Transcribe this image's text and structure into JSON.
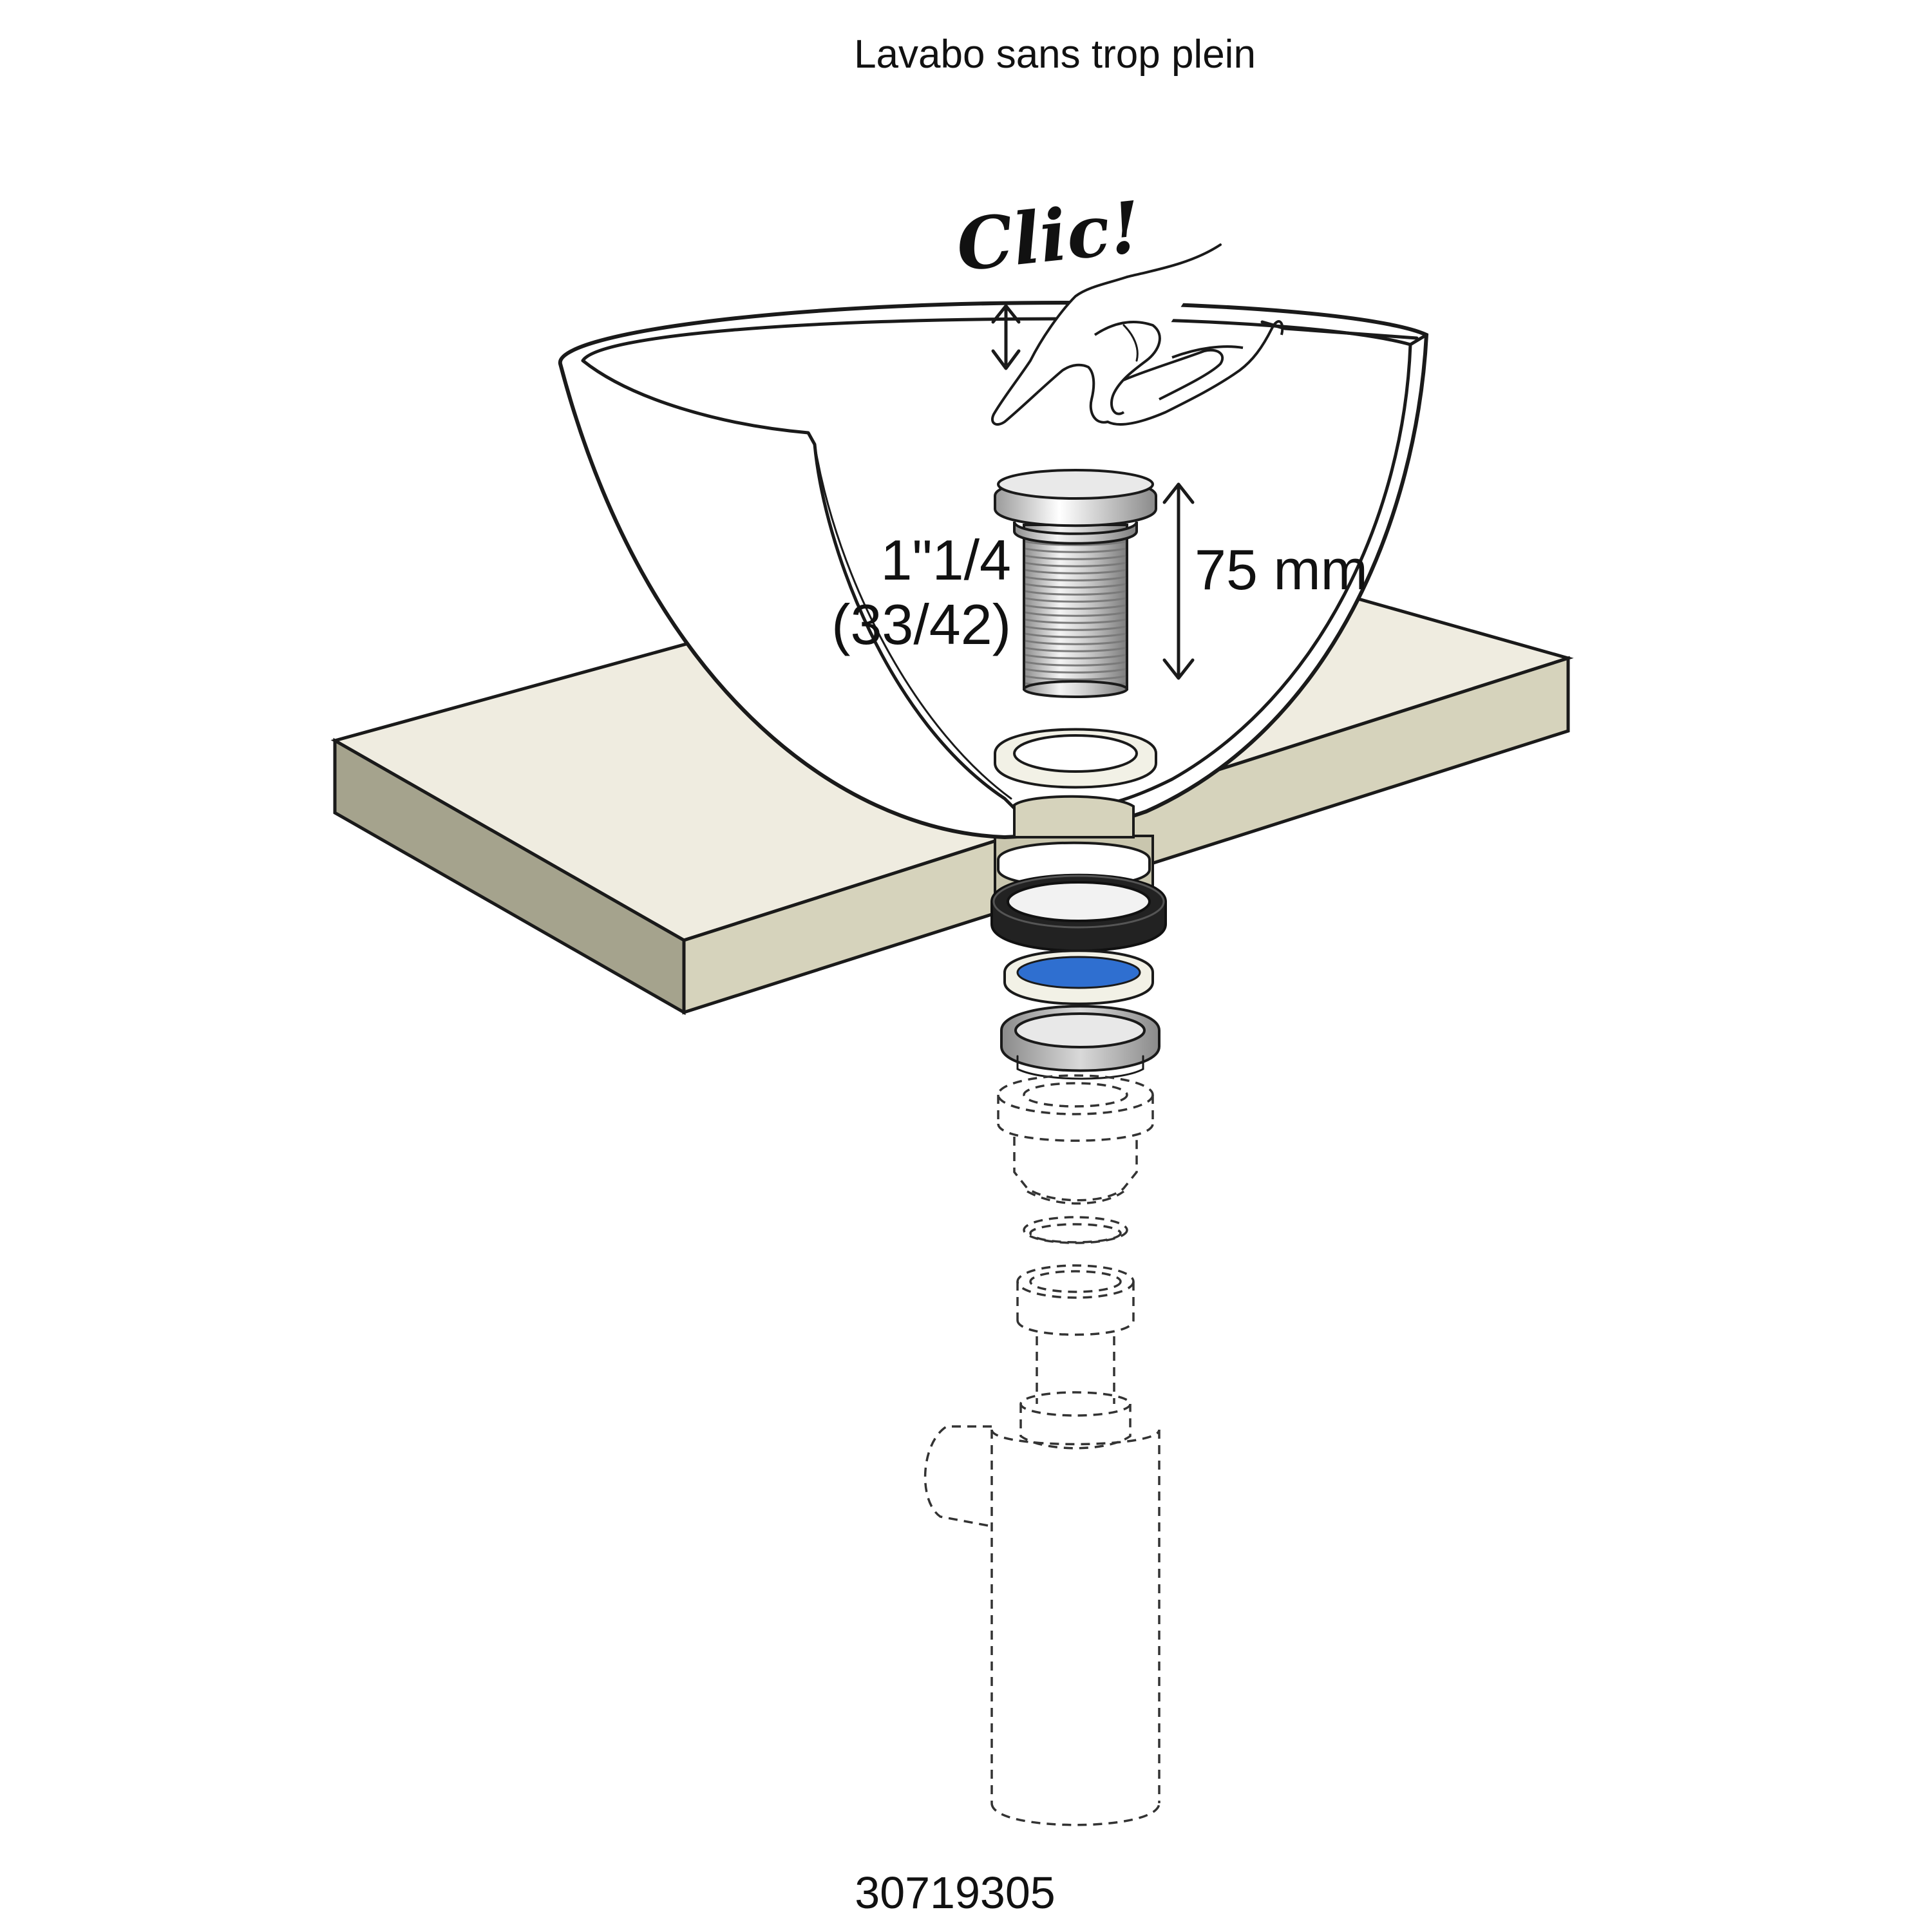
{
  "title": "Lavabo sans trop plein",
  "product_code": "30719305",
  "click_label": "Clic!",
  "thread_size": "1\"1/4",
  "thread_size_metric": "(33/42)",
  "height_label": "75 mm",
  "colors": {
    "countertop_top": "#efece0",
    "countertop_front": "#d6d3bc",
    "countertop_side": "#a5a38d",
    "chrome": "#cfcfcf",
    "gasket_black": "#222222",
    "gasket_blue": "#2f6fd0",
    "gasket_white": "#f2f1e6",
    "nut_grey": "#b9b9b9"
  }
}
